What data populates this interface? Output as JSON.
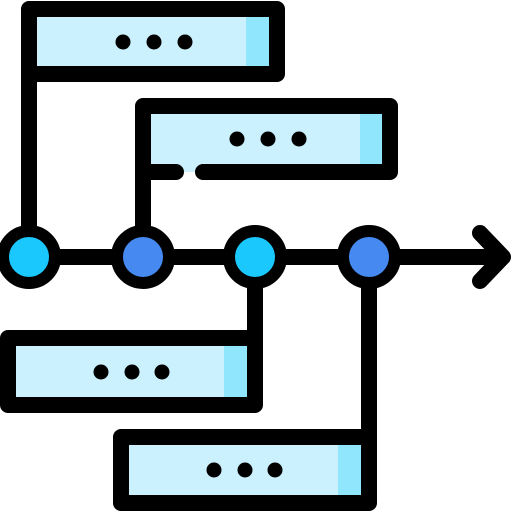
{
  "colors": {
    "outline": "#000000",
    "card_fill": "#caf1fd",
    "card_accent": "#90e6fd",
    "node_cyan": "#1ac8fd",
    "node_blue": "#4689f0"
  },
  "icon": {
    "name": "timeline-icon",
    "nodes": [
      {
        "name": "timeline-node-1",
        "color": "node_cyan"
      },
      {
        "name": "timeline-node-2",
        "color": "node_blue"
      },
      {
        "name": "timeline-node-3",
        "color": "node_cyan"
      },
      {
        "name": "timeline-node-4",
        "color": "node_blue"
      }
    ],
    "cards": [
      {
        "name": "event-card-1",
        "glyph": "ellipsis-icon"
      },
      {
        "name": "event-card-2",
        "glyph": "ellipsis-icon"
      },
      {
        "name": "event-card-3",
        "glyph": "ellipsis-icon"
      },
      {
        "name": "event-card-4",
        "glyph": "ellipsis-icon"
      }
    ]
  }
}
